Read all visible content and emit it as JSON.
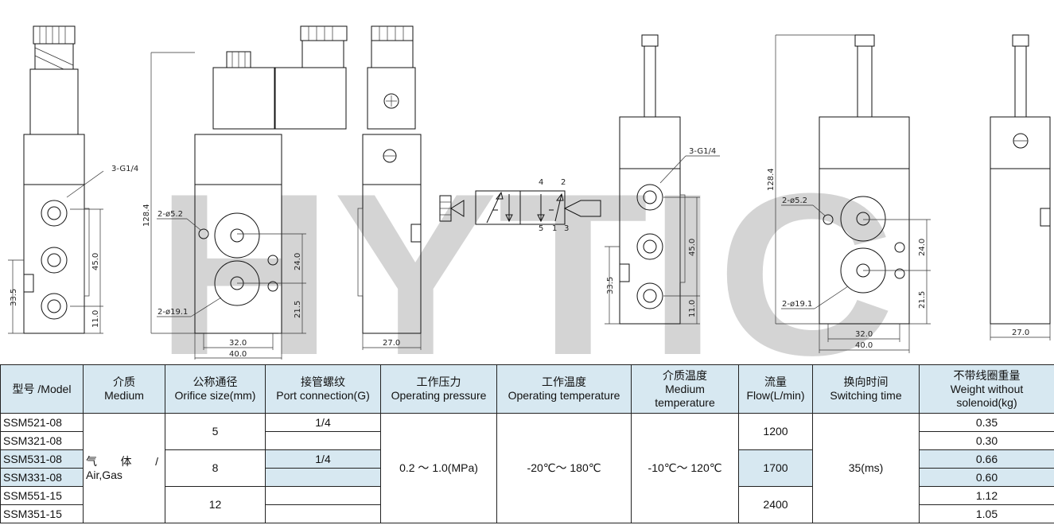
{
  "drawing": {
    "watermark": "HYTIC",
    "callouts": {
      "port_thread": "3-G1/4",
      "mount_hole": "2-ø5.2",
      "orifice": "2-ø19.1"
    },
    "dims": {
      "d128_4": "128.4",
      "d45_0": "45.0",
      "d33_5": "33.5",
      "d11_0": "11.0",
      "d24_0": "24.0",
      "d21_5": "21.5",
      "d32_0": "32.0",
      "d40_0": "40.0",
      "d27_0": "27.0"
    },
    "port_labels": {
      "p4": "4",
      "p2": "2",
      "p5": "5",
      "p1": "1",
      "p3": "3"
    }
  },
  "table": {
    "headers": [
      {
        "zh": "型号 /Model",
        "en": ""
      },
      {
        "zh": "介质",
        "en": "Medium"
      },
      {
        "zh": "公称通径",
        "en": "Orifice size(mm)"
      },
      {
        "zh": "接管螺纹",
        "en": "Port connection(G)"
      },
      {
        "zh": "工作压力",
        "en": "Operating pressure"
      },
      {
        "zh": "工作温度",
        "en": "Operating temperature"
      },
      {
        "zh": "介质温度",
        "en": "Medium",
        "en2": "temperature"
      },
      {
        "zh": "流量",
        "en": "Flow(L/min)"
      },
      {
        "zh": "换向时间",
        "en": "Switching time"
      },
      {
        "zh": "不带线圈重量",
        "en": "Weight without",
        "en2": "solenoid(kg)"
      }
    ],
    "models": [
      "SSM521-08",
      "SSM321-08",
      "SSM531-08",
      "SSM331-08",
      "SSM551-15",
      "SSM351-15"
    ],
    "medium": {
      "line1a": "气",
      "line1b": "体",
      "line1c": "/",
      "line2": "Air,Gas"
    },
    "orifice": [
      "5",
      "8",
      "12"
    ],
    "ports": [
      "1/4",
      "",
      "1/4",
      "",
      "",
      ""
    ],
    "pressure": "0.2 ～ 1.0(MPa)",
    "op_temp": "-20℃～ 180℃",
    "medium_temp": "-10℃～ 120℃",
    "flow": [
      "1200",
      "1700",
      "2400"
    ],
    "switching": "35(ms)",
    "weight": [
      "0.35",
      "0.30",
      "0.66",
      "0.60",
      "1.12",
      "1.05"
    ]
  }
}
